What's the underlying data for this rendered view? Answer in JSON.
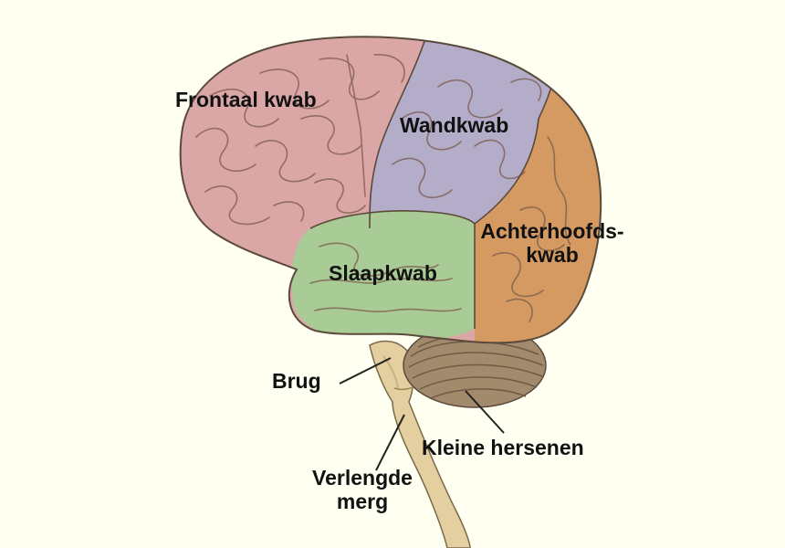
{
  "labels": {
    "frontal": "Frontaal kwab",
    "parietal": "Wandkwab",
    "occipital_line1": "Achterhoofds-",
    "occipital_line2": "kwab",
    "temporal": "Slaapkwab",
    "pons": "Brug",
    "cerebellum": "Kleine hersenen",
    "medulla_line1": "Verlengde",
    "medulla_line2": "merg"
  },
  "colors": {
    "background": "#fffff2",
    "frontal_lobe": "#dba6a6",
    "parietal_lobe": "#b3adc9",
    "occipital_lobe": "#d49a62",
    "temporal_lobe": "#a9cc96",
    "cerebellum": "#a28a6c",
    "brainstem": "#e3cfa0",
    "outline": "#5a4a3a",
    "gyri_line": "#7a5a4a"
  }
}
